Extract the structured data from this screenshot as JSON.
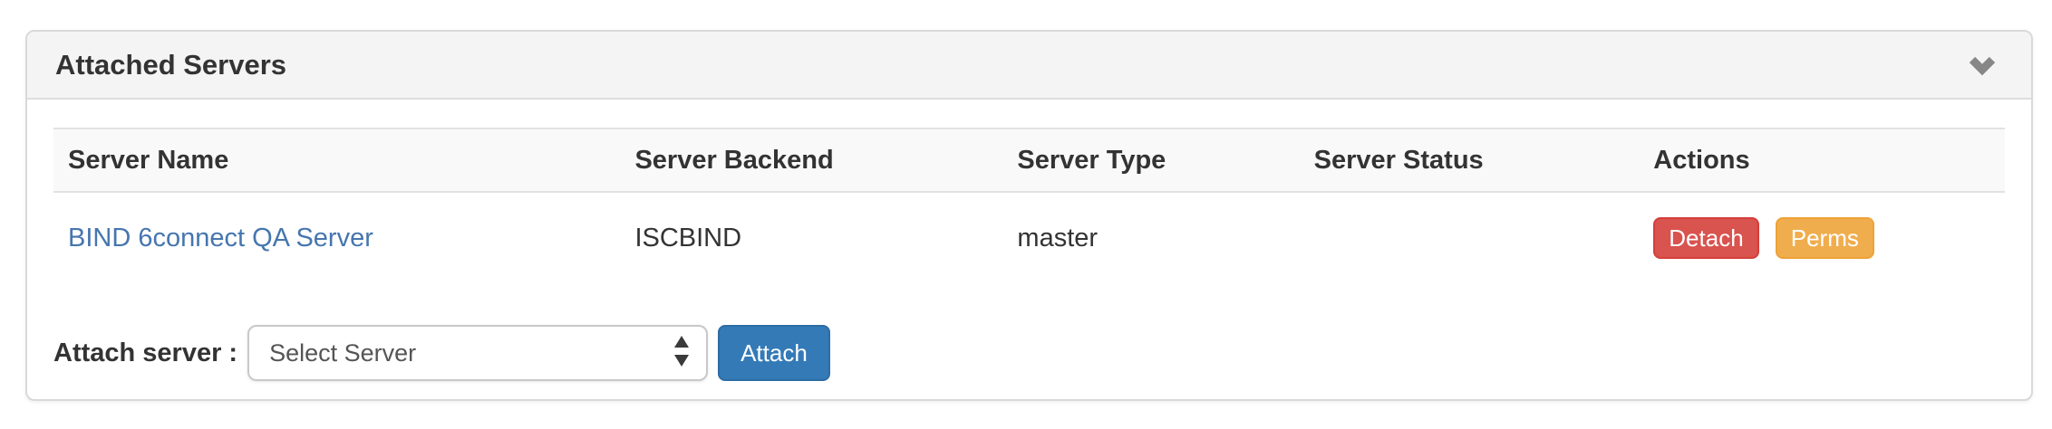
{
  "panel": {
    "title": "Attached Servers",
    "collapse_icon": "chevron-down-icon"
  },
  "table": {
    "columns": [
      "Server Name",
      "Server Backend",
      "Server Type",
      "Server Status",
      "Actions"
    ],
    "rows": [
      {
        "server_name": "BIND 6connect QA Server",
        "server_backend": "ISCBIND",
        "server_type": "master",
        "server_status": "",
        "actions": {
          "detach_label": "Detach",
          "perms_label": "Perms"
        }
      }
    ]
  },
  "attach_form": {
    "label": "Attach server :",
    "select_value": "Select Server",
    "attach_label": "Attach"
  },
  "colors": {
    "link": "#4676ae",
    "danger": "#d9534f",
    "danger_border": "#d43f3a",
    "warning": "#f0ad4e",
    "warning_border": "#eea236",
    "primary": "#337ab7",
    "primary_border": "#2e6da4",
    "panel_border": "#d9d9d9",
    "heading_bg": "#f4f4f4",
    "table_head_bg": "#f9f9f9",
    "chevron": "#878787"
  }
}
